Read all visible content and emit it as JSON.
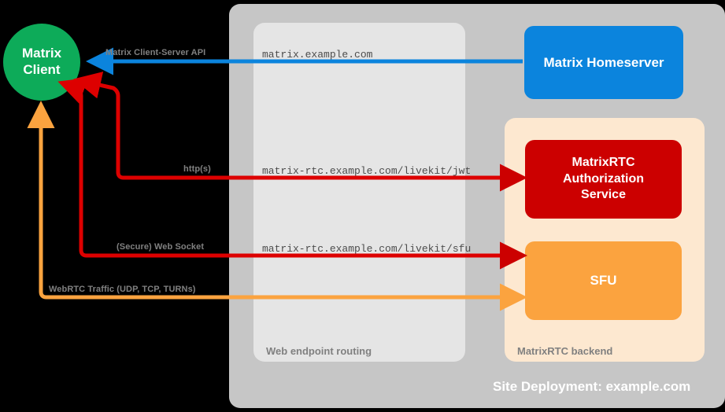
{
  "diagram": {
    "title": "Site Deployment: example.com",
    "background_color": "#000000"
  },
  "client": {
    "label_line1": "Matrix",
    "label_line2": "Client",
    "color": "#0dab59"
  },
  "site_panel": {
    "caption": "Site Deployment: example.com",
    "color": "#c6c6c6"
  },
  "routing_panel": {
    "caption": "Web endpoint routing",
    "color": "#e5e5e5",
    "caption_color": "#808080",
    "endpoints": [
      "matrix.example.com",
      "matrix-rtc.example.com/livekit/jwt",
      "matrix-rtc.example.com/livekit/sfu"
    ]
  },
  "backend_panel": {
    "caption": "MatrixRTC backend",
    "color": "#fde8d0",
    "caption_color": "#808080"
  },
  "services": {
    "homeserver": {
      "label": "Matrix Homeserver",
      "color": "#0b84dd",
      "font_size": "17px"
    },
    "auth": {
      "label": "MatrixRTC\nAuthorization\nService",
      "line1": "MatrixRTC",
      "line2": "Authorization",
      "line3": "Service",
      "color": "#cc0000",
      "font_size": "16px"
    },
    "sfu": {
      "label": "SFU",
      "color": "#fba33f",
      "font_size": "17px"
    }
  },
  "connections": [
    {
      "name": "matrix-client-server-api",
      "label": "Matrix Client-Server API",
      "color": "#0b84dd",
      "endpoint": "matrix.example.com",
      "target": "Matrix Homeserver"
    },
    {
      "name": "https",
      "label": "http(s)",
      "color": "#dd0000",
      "endpoint": "matrix-rtc.example.com/livekit/jwt",
      "target": "MatrixRTC Authorization Service"
    },
    {
      "name": "secure-web-socket",
      "label": "(Secure) Web Socket",
      "color": "#dd0000",
      "endpoint": "matrix-rtc.example.com/livekit/sfu",
      "target": "SFU"
    },
    {
      "name": "webrtc-traffic",
      "label": "WebRTC Traffic (UDP, TCP, TURNs)",
      "color": "#fba33f",
      "endpoint": "",
      "target": "SFU"
    }
  ]
}
